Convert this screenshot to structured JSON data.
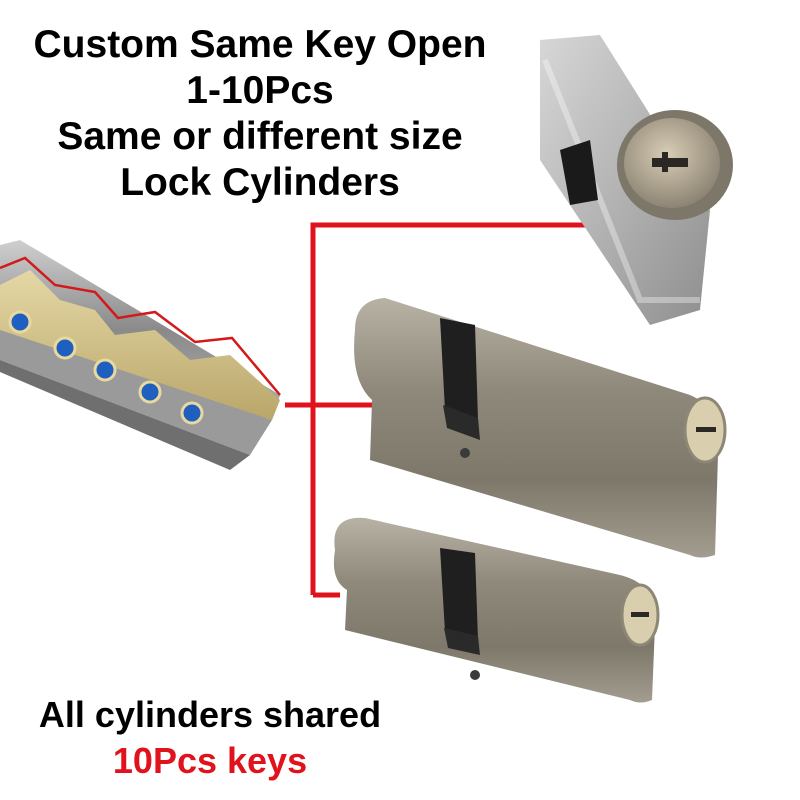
{
  "headline": {
    "line1": "Custom Same Key Open",
    "line2": "1-10Pcs",
    "line3": "Same or different size",
    "line4": "Lock Cylinders"
  },
  "footer": {
    "line1": "All cylinders shared",
    "line2": "10Pcs keys"
  },
  "colors": {
    "connector": "#e0121b",
    "highlight": "#e0121b",
    "cylinder_body": "#8c8678",
    "pin": "#1f5fbf"
  },
  "images": {
    "key_closeup": "key-closeup-image",
    "cylinder_top": "cylinder-top-image",
    "cylinder_middle": "cylinder-middle-image",
    "cylinder_bottom": "cylinder-bottom-image"
  }
}
